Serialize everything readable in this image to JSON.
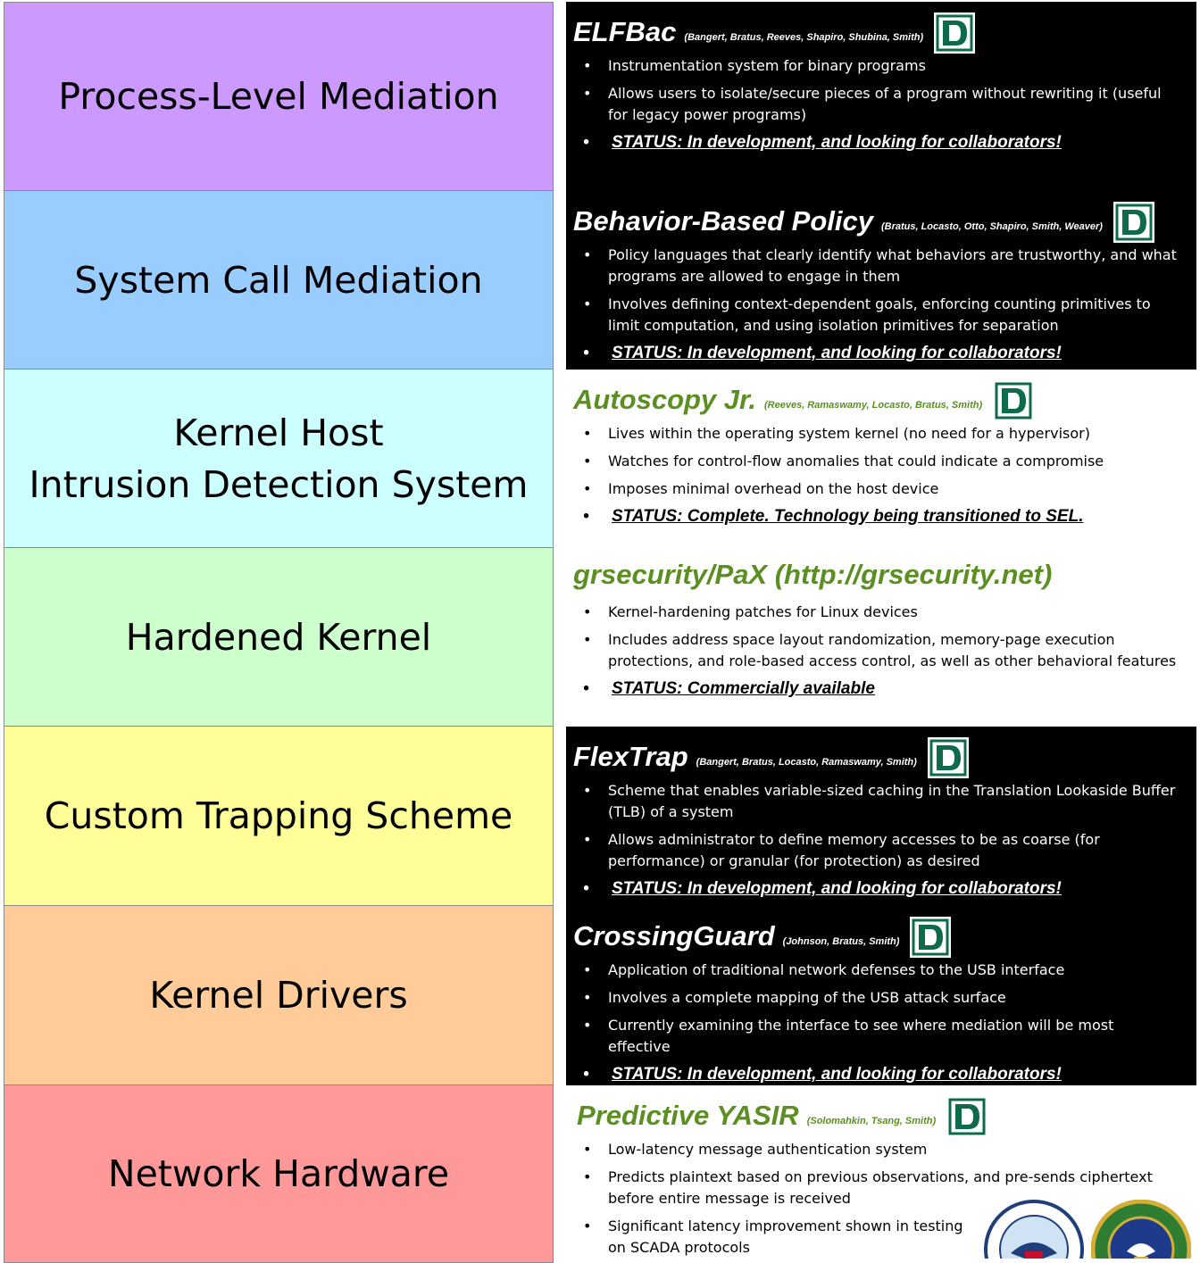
{
  "layers": [
    {
      "label": "Process-Level Mediation",
      "color": "#cc99ff"
    },
    {
      "label": "System Call Mediation",
      "color": "#99ccff"
    },
    {
      "label": "Kernel Host\nIntrusion Detection System",
      "color": "#ccffff"
    },
    {
      "label": "Hardened Kernel",
      "color": "#ccffcc"
    },
    {
      "label": "Custom Trapping Scheme",
      "color": "#ffff99"
    },
    {
      "label": "Kernel Drivers",
      "color": "#ffcc99"
    },
    {
      "label": "Network Hardware",
      "color": "#ff9999"
    }
  ],
  "projects": [
    {
      "title": "ELFBac",
      "authors": "(Bangert, Bratus, Reeves, Shapiro, Shubina, Smith)",
      "bullets": [
        "Instrumentation system for binary programs",
        "Allows users to isolate/secure pieces of a program without rewriting it (useful for legacy power programs)"
      ],
      "status": "STATUS: In development, and looking for collaborators!"
    },
    {
      "title": "Behavior-Based Policy",
      "authors": "(Bratus, Locasto, Otto, Shapiro, Smith, Weaver)",
      "bullets": [
        "Policy languages that clearly identify what behaviors are trustworthy, and what programs are allowed to engage in them",
        "Involves defining context-dependent goals, enforcing counting primitives to limit computation, and using isolation primitives for separation"
      ],
      "status": "STATUS: In development, and looking for collaborators!"
    },
    {
      "title": "Autoscopy Jr.",
      "authors": "(Reeves, Ramaswamy, Locasto, Bratus, Smith)",
      "bullets": [
        "Lives within the operating system kernel (no need for a hypervisor)",
        "Watches for control-flow anomalies that could indicate a compromise",
        "Imposes minimal overhead on the host device"
      ],
      "status": "STATUS: Complete. Technology being transitioned to SEL."
    },
    {
      "title": "grsecurity/PaX (http://grsecurity.net)",
      "authors": "",
      "bullets": [
        "Kernel-hardening patches for Linux devices",
        "Includes address space layout randomization, memory-page execution protections, and role-based access control, as well as other behavioral features"
      ],
      "status": "STATUS: Commercially available"
    },
    {
      "title": "FlexTrap",
      "authors": "(Bangert, Bratus, Locasto, Ramaswamy, Smith)",
      "bullets": [
        "Scheme that enables variable-sized caching in the Translation Lookaside Buffer (TLB) of a system",
        "Allows administrator to define memory accesses to be as coarse (for performance) or granular (for protection) as desired"
      ],
      "status": "STATUS: In development, and looking for collaborators!"
    },
    {
      "title": "CrossingGuard",
      "authors": "(Johnson, Bratus, Smith)",
      "bullets": [
        "Application of traditional network defenses to the USB interface",
        "Involves a complete mapping of the USB attack surface",
        "Currently examining the interface to see where mediation will be most effective"
      ],
      "status": "STATUS: In development, and looking for collaborators!"
    },
    {
      "title": "Predictive YASIR",
      "authors": "(Solomahkin, Tsang, Smith)",
      "bullets": [
        "Low-latency message authentication system",
        "Predicts plaintext based on previous observations, and pre-sends ciphertext before entire message is received",
        "Significant latency improvement shown in testing on SCADA protocols"
      ],
      "status": ""
    }
  ],
  "colors": {
    "dark_panel": "#000000",
    "green_title": "#5b8f22",
    "logo_green": "#0e6b4a"
  },
  "icons": {
    "project_logo": "dartmouth-d-icon",
    "seal_left": "dhs-seal-icon",
    "seal_right": "doe-seal-icon"
  }
}
